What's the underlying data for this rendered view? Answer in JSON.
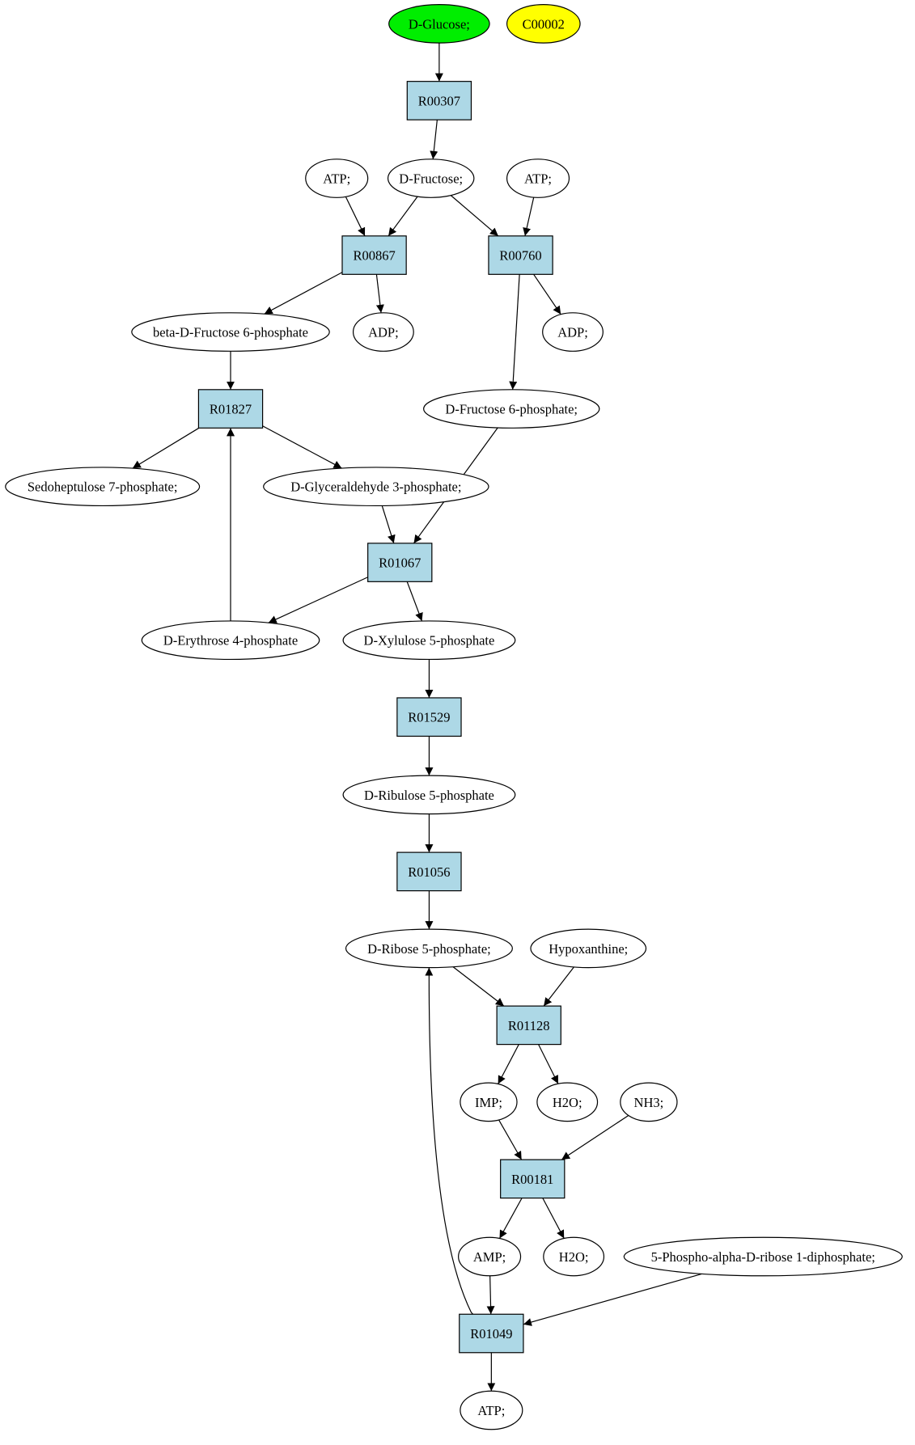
{
  "colors": {
    "start_fill": "#00ee00",
    "target_fill": "#ffff00",
    "reaction_fill": "#add8e6",
    "compound_fill": "#ffffff",
    "stroke": "#000000"
  },
  "nodes": [
    {
      "id": "glucose",
      "label": "D-Glucose;",
      "kind": "compound",
      "role": "start"
    },
    {
      "id": "c00002",
      "label": "C00002",
      "kind": "compound",
      "role": "target"
    },
    {
      "id": "r00307",
      "label": "R00307",
      "kind": "reaction"
    },
    {
      "id": "atp1",
      "label": "ATP;",
      "kind": "compound"
    },
    {
      "id": "fructose",
      "label": "D-Fructose;",
      "kind": "compound"
    },
    {
      "id": "atp2",
      "label": "ATP;",
      "kind": "compound"
    },
    {
      "id": "r00867",
      "label": "R00867",
      "kind": "reaction"
    },
    {
      "id": "r00760",
      "label": "R00760",
      "kind": "reaction"
    },
    {
      "id": "bf6p",
      "label": "beta-D-Fructose 6-phosphate",
      "kind": "compound"
    },
    {
      "id": "adp1",
      "label": "ADP;",
      "kind": "compound"
    },
    {
      "id": "adp2",
      "label": "ADP;",
      "kind": "compound"
    },
    {
      "id": "f6p",
      "label": "D-Fructose 6-phosphate;",
      "kind": "compound"
    },
    {
      "id": "r01827",
      "label": "R01827",
      "kind": "reaction"
    },
    {
      "id": "s7p",
      "label": "Sedoheptulose 7-phosphate;",
      "kind": "compound"
    },
    {
      "id": "g3p",
      "label": "D-Glyceraldehyde 3-phosphate;",
      "kind": "compound"
    },
    {
      "id": "r01067",
      "label": "R01067",
      "kind": "reaction"
    },
    {
      "id": "e4p",
      "label": "D-Erythrose 4-phosphate",
      "kind": "compound"
    },
    {
      "id": "x5p",
      "label": "D-Xylulose 5-phosphate",
      "kind": "compound"
    },
    {
      "id": "r01529",
      "label": "R01529",
      "kind": "reaction"
    },
    {
      "id": "ru5p",
      "label": "D-Ribulose 5-phosphate",
      "kind": "compound"
    },
    {
      "id": "r01056",
      "label": "R01056",
      "kind": "reaction"
    },
    {
      "id": "r5p",
      "label": "D-Ribose 5-phosphate;",
      "kind": "compound"
    },
    {
      "id": "hypox",
      "label": "Hypoxanthine;",
      "kind": "compound"
    },
    {
      "id": "r01128",
      "label": "R01128",
      "kind": "reaction"
    },
    {
      "id": "imp",
      "label": "IMP;",
      "kind": "compound"
    },
    {
      "id": "h2o1",
      "label": "H2O;",
      "kind": "compound"
    },
    {
      "id": "nh3",
      "label": "NH3;",
      "kind": "compound"
    },
    {
      "id": "r00181",
      "label": "R00181",
      "kind": "reaction"
    },
    {
      "id": "amp",
      "label": "AMP;",
      "kind": "compound"
    },
    {
      "id": "h2o2",
      "label": "H2O;",
      "kind": "compound"
    },
    {
      "id": "prpp",
      "label": "5-Phospho-alpha-D-ribose 1-diphosphate;",
      "kind": "compound"
    },
    {
      "id": "r01049",
      "label": "R01049",
      "kind": "reaction"
    },
    {
      "id": "atp3",
      "label": "ATP;",
      "kind": "compound"
    }
  ],
  "edges": [
    {
      "from": "glucose",
      "to": "r00307"
    },
    {
      "from": "r00307",
      "to": "fructose"
    },
    {
      "from": "atp1",
      "to": "r00867"
    },
    {
      "from": "fructose",
      "to": "r00867"
    },
    {
      "from": "fructose",
      "to": "r00760"
    },
    {
      "from": "atp2",
      "to": "r00760"
    },
    {
      "from": "r00867",
      "to": "bf6p"
    },
    {
      "from": "r00867",
      "to": "adp1"
    },
    {
      "from": "r00760",
      "to": "adp2"
    },
    {
      "from": "r00760",
      "to": "f6p"
    },
    {
      "from": "bf6p",
      "to": "r01827"
    },
    {
      "from": "r01827",
      "to": "s7p"
    },
    {
      "from": "r01827",
      "to": "g3p"
    },
    {
      "from": "g3p",
      "to": "r01067"
    },
    {
      "from": "f6p",
      "to": "r01067"
    },
    {
      "from": "r01067",
      "to": "e4p"
    },
    {
      "from": "r01067",
      "to": "x5p"
    },
    {
      "from": "e4p",
      "to": "r01827"
    },
    {
      "from": "x5p",
      "to": "r01529"
    },
    {
      "from": "r01529",
      "to": "ru5p"
    },
    {
      "from": "ru5p",
      "to": "r01056"
    },
    {
      "from": "r01056",
      "to": "r5p"
    },
    {
      "from": "r5p",
      "to": "r01128"
    },
    {
      "from": "hypox",
      "to": "r01128"
    },
    {
      "from": "r01128",
      "to": "imp"
    },
    {
      "from": "r01128",
      "to": "h2o1"
    },
    {
      "from": "imp",
      "to": "r00181"
    },
    {
      "from": "nh3",
      "to": "r00181"
    },
    {
      "from": "r00181",
      "to": "amp"
    },
    {
      "from": "r00181",
      "to": "h2o2"
    },
    {
      "from": "amp",
      "to": "r01049"
    },
    {
      "from": "prpp",
      "to": "r01049"
    },
    {
      "from": "r01049",
      "to": "r5p"
    },
    {
      "from": "r01049",
      "to": "atp3"
    }
  ]
}
